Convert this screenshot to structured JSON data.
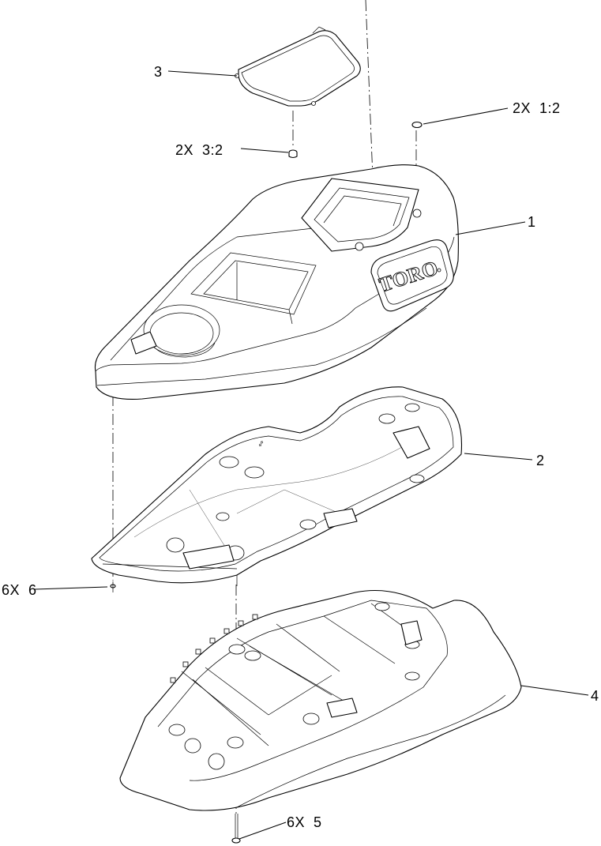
{
  "callouts": [
    {
      "id": "c3",
      "label": "3"
    },
    {
      "id": "c2x32",
      "label": "2X  3:2"
    },
    {
      "id": "c2x12",
      "label": "2X  1:2"
    },
    {
      "id": "c1",
      "label": "1"
    },
    {
      "id": "c2",
      "label": "2"
    },
    {
      "id": "c6x6",
      "label": "6X  6"
    },
    {
      "id": "c4",
      "label": "4"
    },
    {
      "id": "c6x5",
      "label": "6X  5"
    }
  ],
  "brand": {
    "logo_text": "TORO"
  },
  "colors": {
    "line": "#000000",
    "background": "#ffffff"
  }
}
